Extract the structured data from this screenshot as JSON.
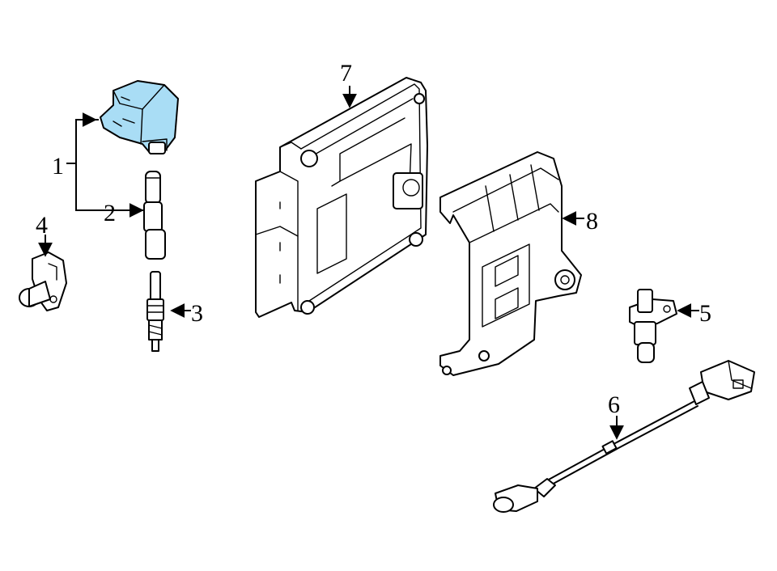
{
  "diagram": {
    "highlight_color": "#a9ddf5",
    "parts": [
      {
        "id": "ignition-coil",
        "callout": "1",
        "highlighted": true
      },
      {
        "id": "coil-boot",
        "callout": "2",
        "highlighted": false
      },
      {
        "id": "spark-plug",
        "callout": "3",
        "highlighted": false
      },
      {
        "id": "camshaft-sensor",
        "callout": "4",
        "highlighted": false
      },
      {
        "id": "crankshaft-sensor",
        "callout": "5",
        "highlighted": false
      },
      {
        "id": "knock-sensor",
        "callout": "6",
        "highlighted": false
      },
      {
        "id": "engine-control-module",
        "callout": "7",
        "highlighted": false
      },
      {
        "id": "ecm-bracket",
        "callout": "8",
        "highlighted": false
      }
    ]
  }
}
